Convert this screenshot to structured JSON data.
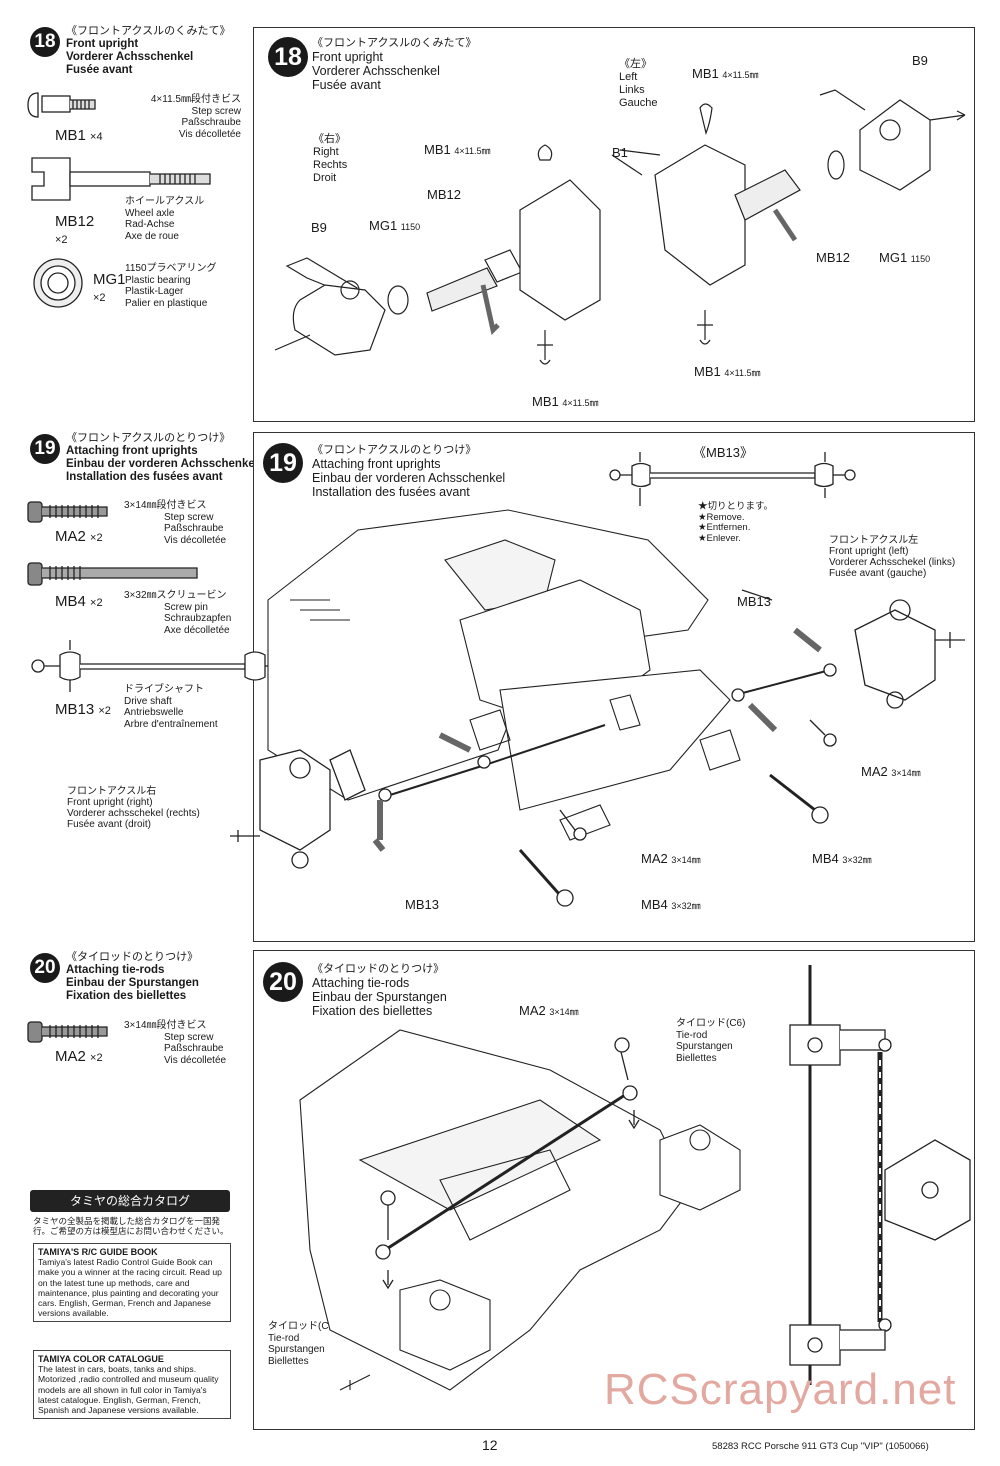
{
  "steps": [
    {
      "number": "18",
      "title_jp": "《フロントアクスルのくみたて》",
      "title_en": "Front upright",
      "title_de": "Vorderer Achsschenkel",
      "title_fr": "Fusée avant",
      "parts": [
        {
          "code": "MB1",
          "qty": "×4",
          "size": "4×11.5㎜段付きビス",
          "en": "Step screw",
          "de": "Paßschraube",
          "fr": "Vis décolletée"
        },
        {
          "code": "MB12",
          "qty": "×2",
          "size": "ホイールアクスル",
          "en": "Wheel axle",
          "de": "Rad-Achse",
          "fr": "Axe de roue"
        },
        {
          "code": "MG1",
          "qty": "×2",
          "size": "1150プラベアリング",
          "en": "Plastic bearing",
          "de": "Plastik-Lager",
          "fr": "Palier en plastique"
        }
      ]
    },
    {
      "number": "19",
      "title_jp": "《フロントアクスルのとりつけ》",
      "title_en": "Attaching front uprights",
      "title_de": "Einbau der vorderen Achsschenkel",
      "title_fr": "Installation des fusées avant",
      "parts": [
        {
          "code": "MA2",
          "qty": "×2",
          "size": "3×14㎜段付きビス",
          "en": "Step screw",
          "de": "Paßschraube",
          "fr": "Vis décolletée"
        },
        {
          "code": "MB4",
          "qty": "×2",
          "size": "3×32㎜スクリュービン",
          "en": "Screw pin",
          "de": "Schraubzapfen",
          "fr": "Axe décolletée"
        },
        {
          "code": "MB13",
          "qty": "×2",
          "size": "ドライブシャフト",
          "en": "Drive shaft",
          "de": "Antriebswelle",
          "fr": "Arbre d'entraînement"
        }
      ]
    },
    {
      "number": "20",
      "title_jp": "《タイロッドのとりつけ》",
      "title_en": "Attaching tie-rods",
      "title_de": "Einbau der Spurstangen",
      "title_fr": "Fixation des biellettes",
      "parts": [
        {
          "code": "MA2",
          "qty": "×2",
          "size": "3×14㎜段付きビス",
          "en": "Step screw",
          "de": "Paßschraube",
          "fr": "Vis décolletée"
        }
      ]
    }
  ],
  "diagram18": {
    "right_jp": "《右》",
    "right_en": "Right",
    "right_de": "Rechts",
    "right_fr": "Droit",
    "left_jp": "《左》",
    "left_en": "Left",
    "left_de": "Links",
    "left_fr": "Gauche",
    "labels": {
      "mb1": "MB1",
      "mb1_size": "4×11.5㎜",
      "b1": "B1",
      "b9": "B9",
      "mb12": "MB12",
      "mg1": "MG1",
      "mg1_size": "1150"
    }
  },
  "diagram19": {
    "mb13_box": "《MB13》",
    "remove_jp": "★切りとります。",
    "remove_en": "★Remove.",
    "remove_de": "★Entfernen.",
    "remove_fr": "★Enlever.",
    "left_jp": "フロントアクスル左",
    "left_en": "Front upright (left)",
    "left_de": "Vorderer Achsschekel (links)",
    "left_fr": "Fusée avant (gauche)",
    "right_jp": "フロントアクスル右",
    "right_en": "Front upright (right)",
    "right_de": "Vorderer achsschekel (rechts)",
    "right_fr": "Fusée avant (droit)",
    "labels": {
      "mb13": "MB13",
      "ma2": "MA2",
      "ma2_size": "3×14㎜",
      "mb4": "MB4",
      "mb4_size": "3×32㎜"
    }
  },
  "diagram20": {
    "tierod_jp": "タイロッド(C6)",
    "tierod_en": "Tie-rod",
    "tierod_de": "Spurstangen",
    "tierod_fr": "Biellettes",
    "labels": {
      "ma2": "MA2",
      "ma2_size": "3×14㎜"
    }
  },
  "catalog": {
    "title": "タミヤの総合カタログ",
    "jp_text": "タミヤの全製品を掲載した総合カタログを一国発行。ご希望の方は模型店にお問い合わせください。",
    "guide_title": "TAMIYA'S R/C GUIDE BOOK",
    "guide_text": "Tamiya's latest Radio Control Guide Book can make you a winner at the racing circuit. Read up on the latest tune up methods, care and maintenance, plus painting and decorating your cars. English, German, French and Japanese versions available.",
    "color_title": "TAMIYA COLOR CATALOGUE",
    "color_text": "The latest in cars, boats, tanks and ships. Motorized ,radio controlled and museum quality models are all shown in full color in Tamiya's latest catalogue. English, German, French, Spanish and Japanese versions available."
  },
  "page_number": "12",
  "footer": "58283  RCC Porsche 911 GT3 Cup \"VIP\" (1050066)",
  "watermark": "RCScrapyard.net"
}
